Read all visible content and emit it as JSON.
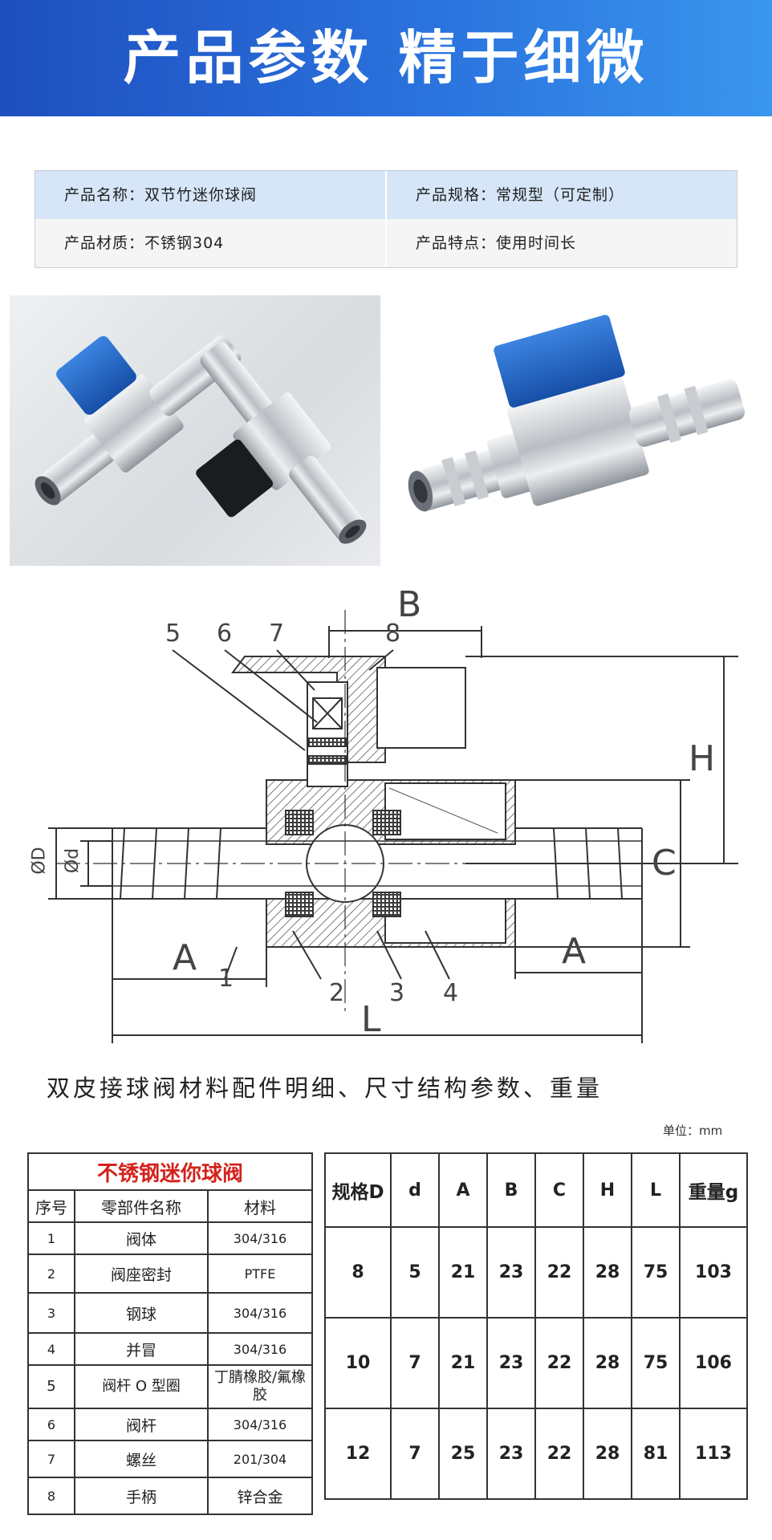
{
  "banner": {
    "title": "产品参数  精于细微"
  },
  "specs": {
    "name": "产品名称：双节竹迷你球阀",
    "spec": "产品规格：常规型（可定制）",
    "material": "产品材质：不锈钢304",
    "feature": "产品特点：使用时间长"
  },
  "drawing": {
    "label_B": "B",
    "callouts_top": [
      "5",
      "6",
      "7",
      "8"
    ],
    "label_H": "H",
    "label_C": "C",
    "label_D": "ØD",
    "label_d": "Ød",
    "label_A_left": "A",
    "label_A_right": "A",
    "callouts_bottom": [
      "1",
      "2",
      "3",
      "4"
    ],
    "label_L": "L"
  },
  "subtitle": "双皮接球阀材料配件明细、尺寸结构参数、重量",
  "unit": "单位：mm",
  "materials": {
    "title": "不锈钢迷你球阀",
    "headers": [
      "序号",
      "零部件名称",
      "材料"
    ],
    "rows": [
      [
        "1",
        "阀体",
        "304/316"
      ],
      [
        "2",
        "阀座密封",
        "PTFE"
      ],
      [
        "3",
        "钢球",
        "304/316"
      ],
      [
        "4",
        "并冒",
        "304/316"
      ],
      [
        "5",
        "阀杆 O 型圈",
        "丁腈橡胶/氟橡胶"
      ],
      [
        "6",
        "阀杆",
        "304/316"
      ],
      [
        "7",
        "螺丝",
        "201/304"
      ],
      [
        "8",
        "手柄",
        "锌合金"
      ]
    ]
  },
  "dimensions": {
    "headers": [
      "规格D",
      "d",
      "A",
      "B",
      "C",
      "H",
      "L",
      "重量g"
    ],
    "rows": [
      [
        "8",
        "5",
        "21",
        "23",
        "22",
        "28",
        "75",
        "103"
      ],
      [
        "10",
        "7",
        "21",
        "23",
        "22",
        "28",
        "75",
        "106"
      ],
      [
        "12",
        "7",
        "25",
        "23",
        "22",
        "28",
        "81",
        "113"
      ]
    ]
  },
  "colors": {
    "banner_start": "#1e4fbf",
    "banner_end": "#3a96ee",
    "handle_blue": "#2265c8",
    "title_red": "#d3221c"
  }
}
